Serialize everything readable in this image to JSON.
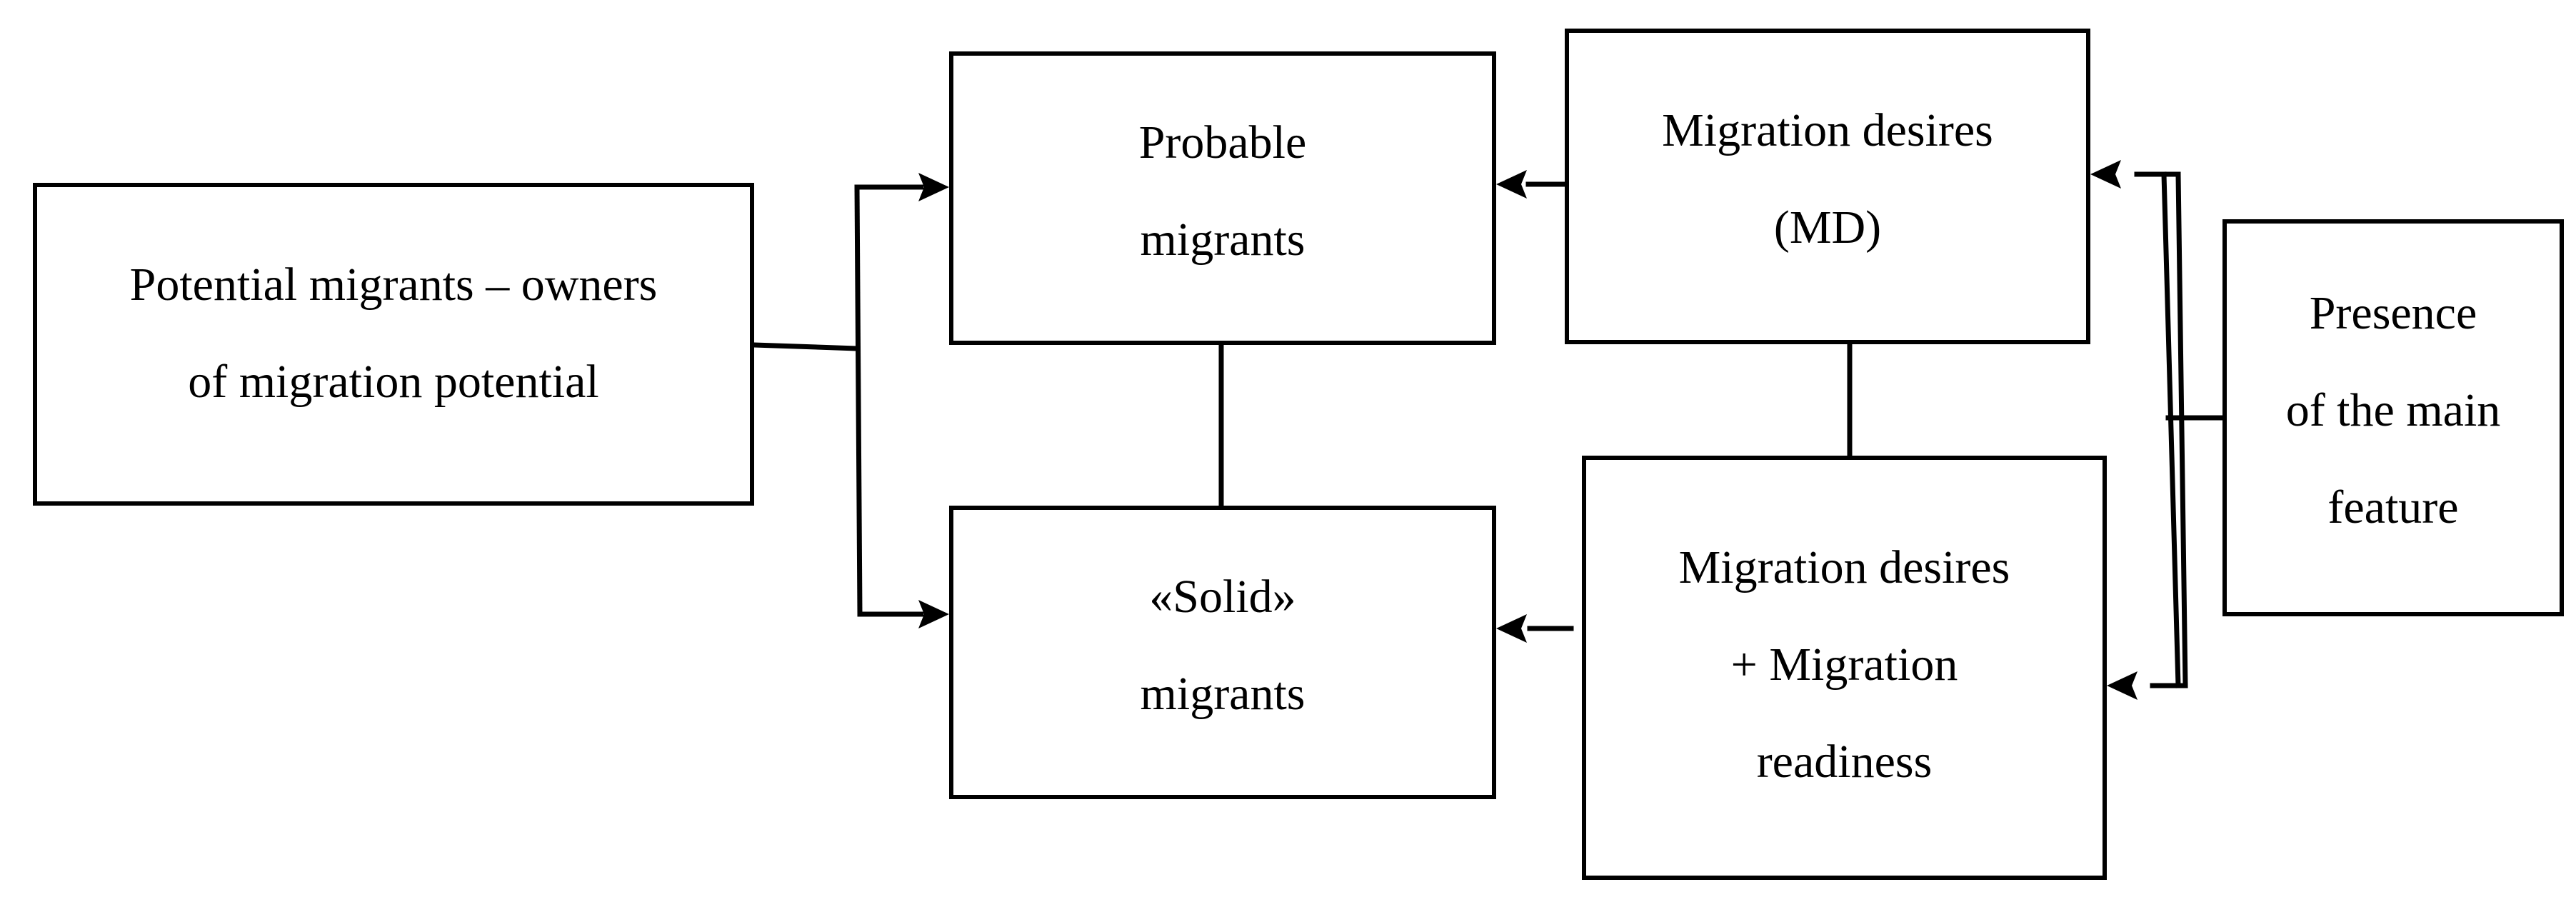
{
  "boxes": {
    "potential": {
      "line1": "Potential migrants – owners",
      "line2": "of migration potential"
    },
    "probable": {
      "line1": "Probable",
      "line2": "migrants"
    },
    "solid": {
      "line1": "«Solid»",
      "line2": "migrants"
    },
    "md": {
      "line1": "Migration desires",
      "line2": "(MD)"
    },
    "mdmr": {
      "line1": "Migration desires",
      "line2": "+ Migration",
      "line3": "readiness"
    },
    "presence": {
      "line1": "Presence",
      "line2": "of the main",
      "line3": "feature"
    }
  }
}
